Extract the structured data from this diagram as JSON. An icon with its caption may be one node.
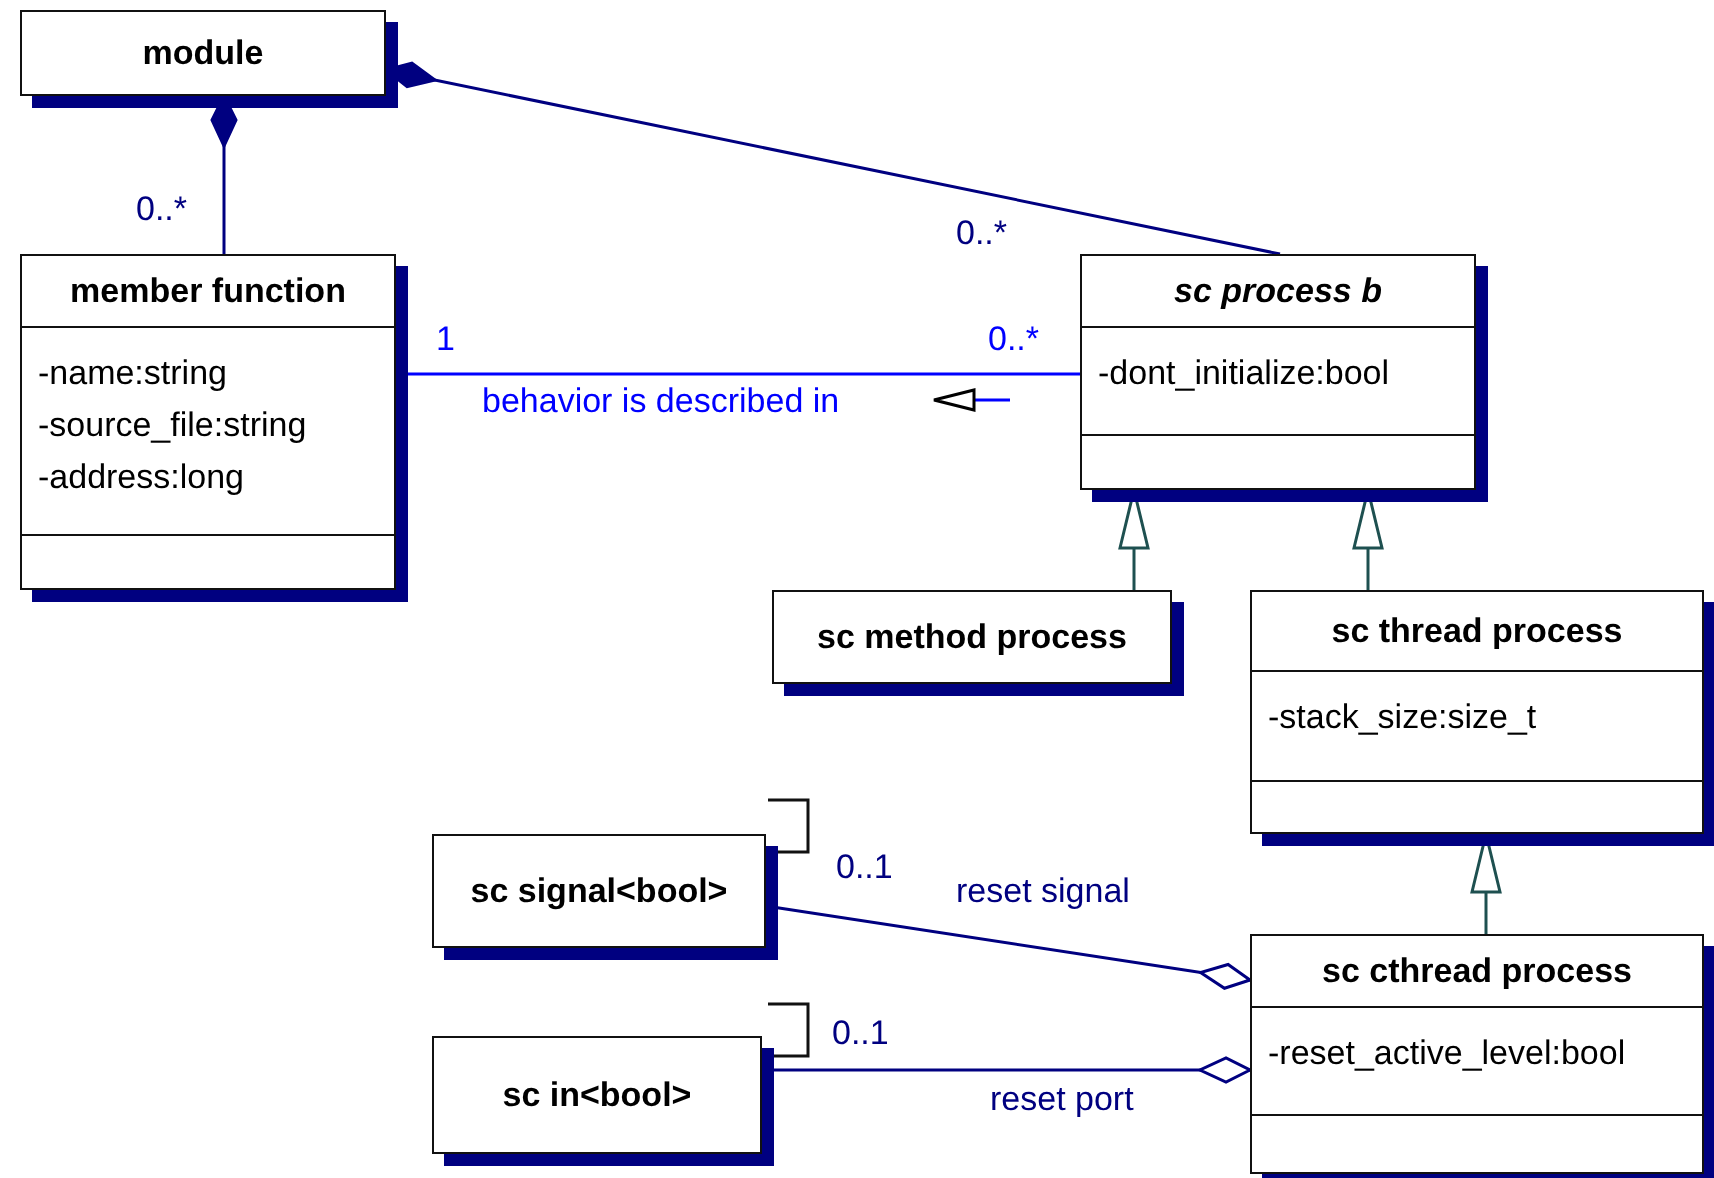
{
  "diagram": {
    "nodes": [
      {
        "text": [
          "module"
        ]
      },
      {
        "text": [
          "member function",
          "-name:string",
          "-source_file:string",
          "-address:long"
        ]
      },
      {
        "text": [
          "sc process b",
          "-dont_initialize:bool"
        ]
      },
      {
        "text": [
          "sc method process"
        ]
      },
      {
        "text": [
          "sc thread process",
          "-stack_size:size_t"
        ]
      },
      {
        "text": [
          "sc cthread process",
          "-reset_active_level:bool"
        ]
      },
      {
        "text": [
          "sc signal<bool>"
        ]
      },
      {
        "text": [
          "sc in<bool>"
        ]
      }
    ],
    "edges": [
      {
        "from": 0,
        "to": 1,
        "arrow": "other"
      },
      {
        "from": 0,
        "to": 2,
        "arrow": "other"
      },
      {
        "from": 1,
        "to": 2,
        "arrow": "none",
        "label": "behavior is described in",
        "color": "#0000ff"
      },
      {
        "from": 3,
        "to": 2,
        "arrow": "to",
        "color": "#1e5050"
      },
      {
        "from": 4,
        "to": 2,
        "arrow": "to",
        "color": "#1e5050"
      },
      {
        "from": 5,
        "to": 4,
        "arrow": "to",
        "color": "#1e5050"
      },
      {
        "from": 5,
        "to": 6,
        "arrow": "other",
        "label": "reset signal"
      },
      {
        "from": 5,
        "to": 7,
        "arrow": "other",
        "label": "reset port"
      }
    ],
    "labels": [
      "0..*",
      "0..*",
      "1",
      "0..*",
      "0..1",
      "0..1"
    ]
  }
}
